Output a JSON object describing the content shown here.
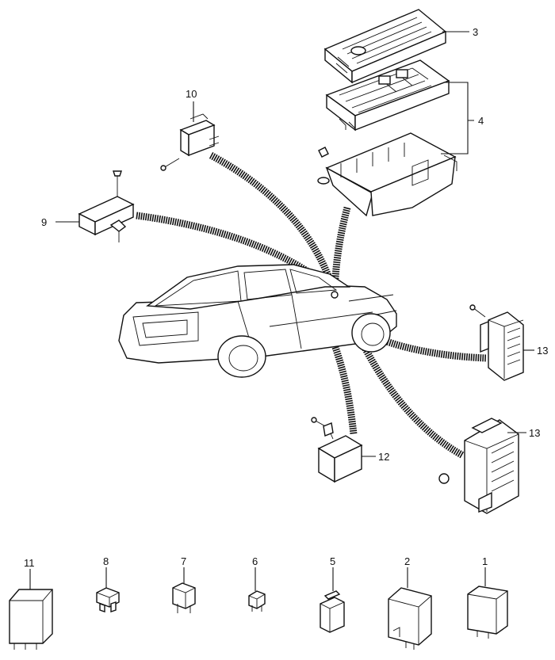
{
  "callouts": [
    {
      "id": "c3",
      "text": "3"
    },
    {
      "id": "c4",
      "text": "4"
    },
    {
      "id": "c10",
      "text": "10"
    },
    {
      "id": "c9",
      "text": "9"
    },
    {
      "id": "c13a",
      "text": "13"
    },
    {
      "id": "c12",
      "text": "12"
    },
    {
      "id": "c13b",
      "text": "13"
    },
    {
      "id": "c11",
      "text": "11"
    },
    {
      "id": "c8",
      "text": "8"
    },
    {
      "id": "c7",
      "text": "7"
    },
    {
      "id": "c6",
      "text": "6"
    },
    {
      "id": "c5",
      "text": "5"
    },
    {
      "id": "c2",
      "text": "2"
    },
    {
      "id": "c1",
      "text": "1"
    }
  ]
}
